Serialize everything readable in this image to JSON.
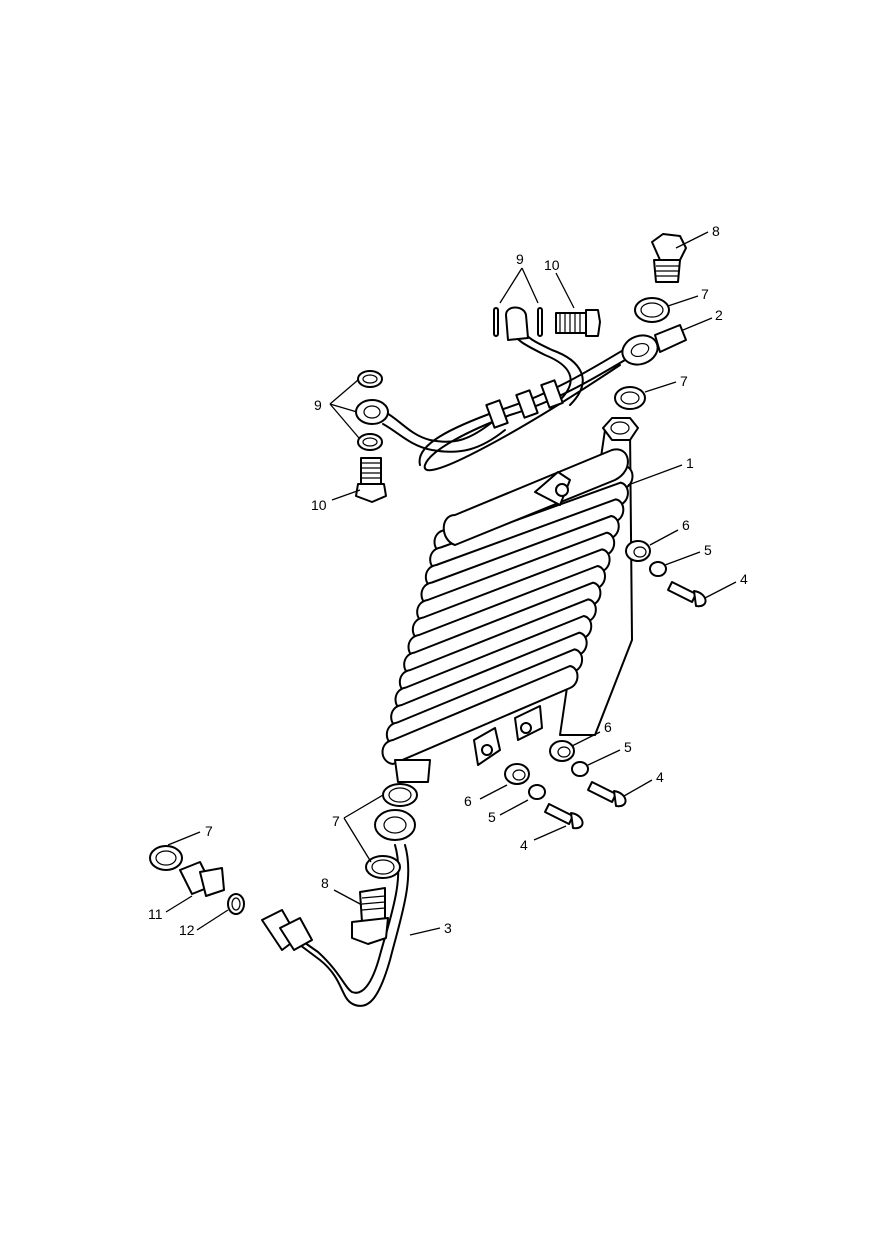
{
  "callouts": {
    "c1": "1",
    "c2": "2",
    "c3": "3",
    "c4a": "4",
    "c4b": "4",
    "c4c": "4",
    "c5a": "5",
    "c5b": "5",
    "c5c": "5",
    "c6a": "6",
    "c6b": "6",
    "c6c": "6",
    "c7a": "7",
    "c7b": "7",
    "c7c": "7",
    "c7d": "7",
    "c8a": "8",
    "c8b": "8",
    "c9a": "9",
    "c9b": "9",
    "c10a": "10",
    "c10b": "10",
    "c11": "11",
    "c12": "12"
  }
}
